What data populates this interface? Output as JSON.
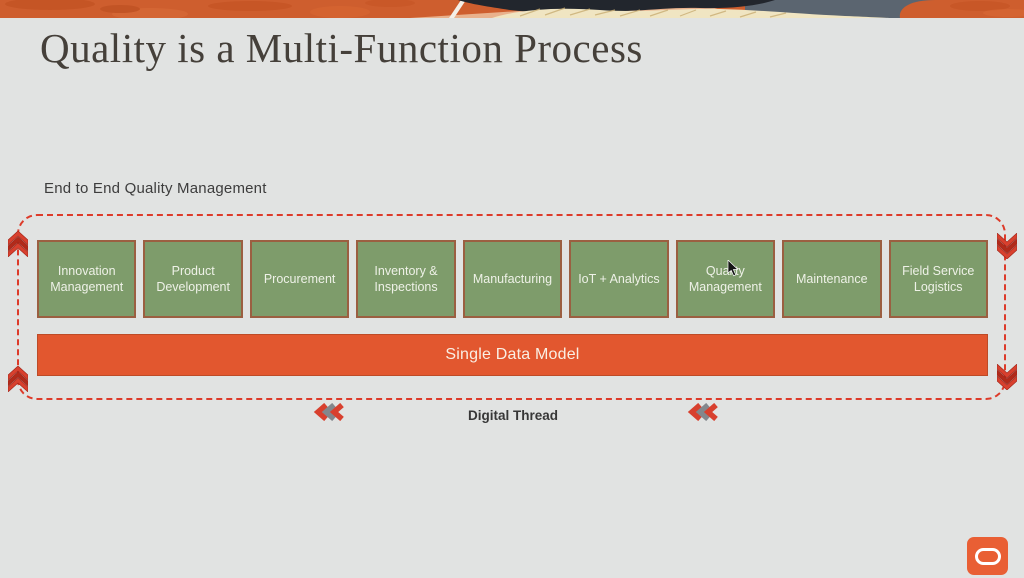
{
  "slide": {
    "title": "Quality is a Multi-Function Process",
    "section_label": "End to End Quality Management",
    "process_steps": [
      "Innovation Management",
      "Product Development",
      "Procurement",
      "Inventory & Inspections",
      "Manufacturing",
      "IoT + Analytics",
      "Quality Management",
      "Maintenance",
      "Field Service Logistics"
    ],
    "data_model_label": "Single Data Model",
    "flow_label": "Digital Thread"
  },
  "icons": {
    "edge_arrows": "triple-chevron-flow-arrows",
    "flow_chevrons": "left-pointing-triple-chevrons",
    "logo": "oracle-logo",
    "cursor": "mouse-pointer"
  },
  "colors": {
    "background": "#e1e3e2",
    "accent_orange": "#e2572f",
    "box_green": "#7e9c6b",
    "box_border_brown": "#9b5f41",
    "dashed_red": "#dd3b2a",
    "title_text": "#45403a",
    "banner_orange": "#ce5e2e",
    "banner_navy": "#22262d",
    "banner_cream": "#f0e5c2",
    "banner_slate": "#5b6570",
    "banner_peach": "#e9b18c"
  }
}
